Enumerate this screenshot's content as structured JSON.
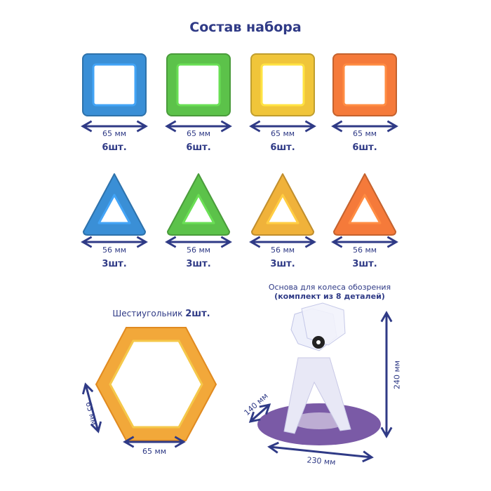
{
  "title": "Состав набора",
  "squares": [
    {
      "size": "65 мм",
      "count": "6шт.",
      "color": "#3a8fd6"
    },
    {
      "size": "65 мм",
      "count": "6шт.",
      "color": "#5cc24a"
    },
    {
      "size": "65 мм",
      "count": "6шт.",
      "color": "#f0c53a"
    },
    {
      "size": "65 мм",
      "count": "6шт.",
      "color": "#f57a3a"
    }
  ],
  "triangles": [
    {
      "size": "56 мм",
      "count": "3шт.",
      "color": "#3a8fd6"
    },
    {
      "size": "56 мм",
      "count": "3шт.",
      "color": "#5cc24a"
    },
    {
      "size": "56 мм",
      "count": "3шт.",
      "color": "#f0b23a"
    },
    {
      "size": "56 мм",
      "count": "3шт.",
      "color": "#f57a3a"
    }
  ],
  "hexagon": {
    "label": "Шестиугольник",
    "count": "2шт.",
    "side_label": "65 мм",
    "bottom_label": "65 мм",
    "color": "#f2a83a"
  },
  "ferris_base": {
    "title_line1": "Основа для колеса обозрения",
    "title_line2": "(комплект из 8 деталей)",
    "height": "240 мм",
    "depth": "140 мм",
    "width": "230 мм",
    "base_color": "#7a5aa6"
  },
  "text_color": "#2f3a86"
}
